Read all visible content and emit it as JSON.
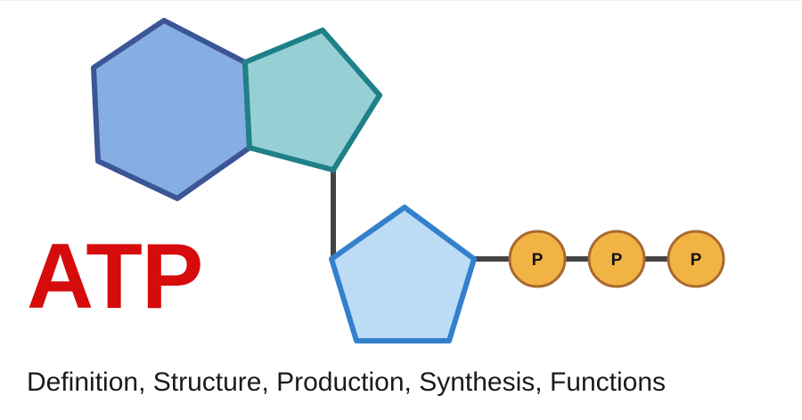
{
  "title": "ATP",
  "subtitle": "Definition, Structure, Production, Synthesis, Functions",
  "diagram": {
    "phosphate_labels": [
      "P",
      "P",
      "P"
    ],
    "parts": [
      "adenine-hexagon",
      "adenine-pentagon",
      "ribose-pentagon",
      "phosphate-chain"
    ]
  },
  "colors": {
    "title": "#d60b0b",
    "hexagon_fill": "#87aee2",
    "hexagon_stroke": "#3b5596",
    "pentagon_top_fill": "#96d0d4",
    "pentagon_top_stroke": "#1f8088",
    "ribose_fill": "#bcdcf5",
    "ribose_stroke": "#3380cc",
    "phosphate_fill": "#f1b444",
    "phosphate_stroke": "#a8692f",
    "bond": "#444444"
  }
}
